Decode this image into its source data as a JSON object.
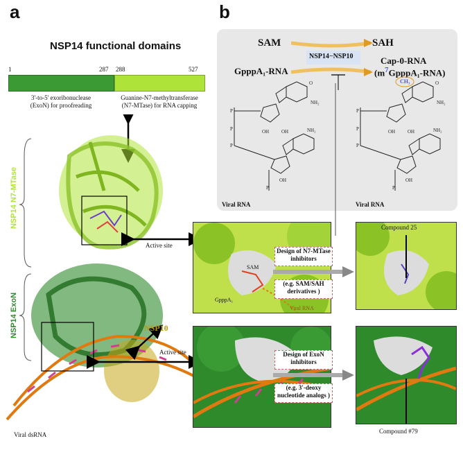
{
  "panel_a": {
    "letter": "a",
    "title": "NSP14 functional domains",
    "tick_1": "1",
    "tick_287": "287",
    "tick_288": "288",
    "tick_527": "527",
    "exon_desc_1": "3'-to-5' exoribonuclease",
    "exon_desc_2": "(ExoN) for proofreading",
    "mtase_desc_1": "Guanine-N7-methyltransferase",
    "mtase_desc_2": "(N7-MTase) for RNA capping",
    "label_mtase": "NSP14 N7-MTase",
    "label_exon": "NSP14  ExoN",
    "label_nsp10": "NSP10",
    "active_site_1": "Active site",
    "active_site_2": "Active site",
    "viral_dsrna": "Viral dsRNA"
  },
  "panel_b": {
    "letter": "b",
    "sam": "SAM",
    "sah": "SAH",
    "enzyme": "NSP14−NSP10",
    "substrate": "GpppA₁-RNA",
    "product_1": "Cap-0-RNA",
    "product_2_prefix": "(m",
    "product_2_sup": "7",
    "product_2_suffix": "GpppA₁-RNA)",
    "ch3": "CH₃",
    "viral_rna_left": "Viral RNA",
    "viral_rna_right": "Viral RNA",
    "sam_label": "SAM",
    "gppp_label": "GpppA₁",
    "viral_rna_photo": "Viral RNA",
    "design_mtase_1": "Design of N7-MTase",
    "design_mtase_2": "inhibitors",
    "example_mtase_1": "(e.g. SAM/SAH",
    "example_mtase_2": "derivatives )",
    "design_exon_1": "Design of ExoN",
    "design_exon_2": "inhibitors",
    "example_exon_1": "(e.g. 3'-deoxy",
    "example_exon_2": "nucleotide analogs )",
    "compound_25": "Compound 25",
    "compound_79": "Compound #79"
  },
  "colors": {
    "exon_green": "#3c9a34",
    "mtase_lime": "#aee43a",
    "nsp10_gold": "#b8960a",
    "rna_orange": "#e07a10",
    "methyl_blue": "#4a55e0"
  }
}
